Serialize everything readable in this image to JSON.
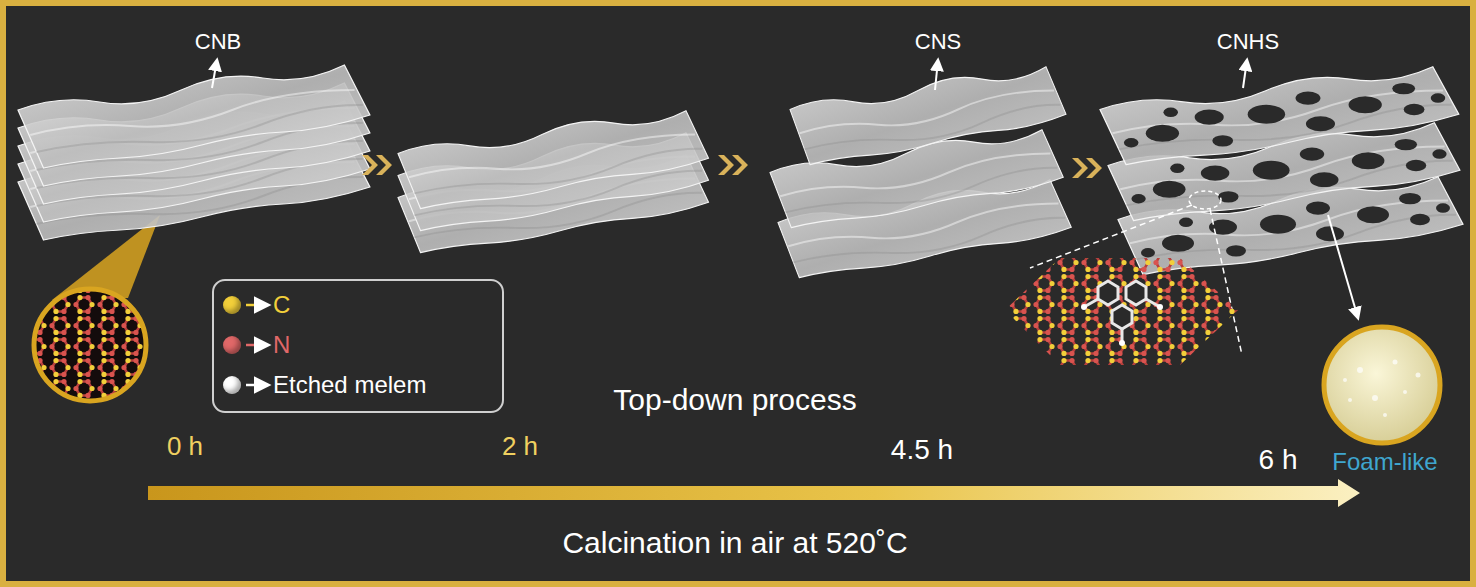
{
  "diagram": {
    "labels": [
      "CNB",
      "CNS",
      "CNHS",
      "Top-down process",
      "0 h",
      "2 h",
      "4.5 h",
      "6 h",
      "Foam-like",
      "Calcination in air at 520˚C"
    ],
    "legend": [
      {
        "text": "C",
        "color": "#f2cf3a"
      },
      {
        "text": "N",
        "color": "#e06868"
      },
      {
        "text": "Etched melem",
        "color": "#ffffff"
      }
    ]
  }
}
